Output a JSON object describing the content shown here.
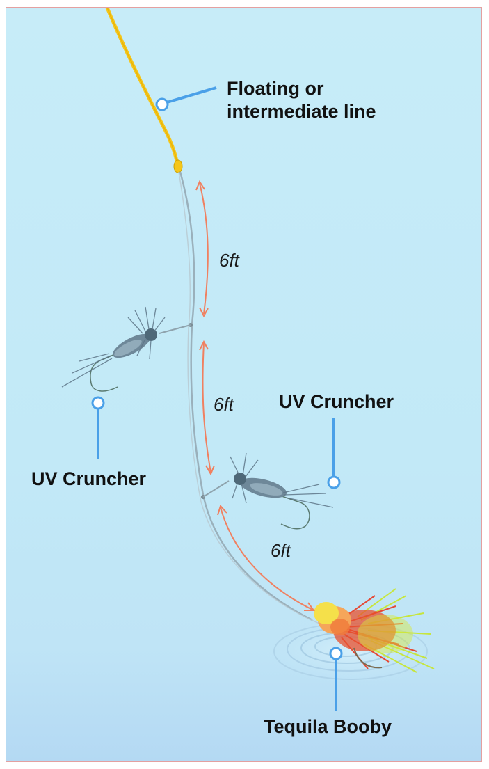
{
  "labels": {
    "fly_line": [
      "Floating or",
      "intermediate line"
    ],
    "upper_dropper": "UV Cruncher",
    "lower_dropper": "UV Cruncher",
    "point_fly": "Tequila Booby"
  },
  "distances": {
    "top": "6ft",
    "middle": "6ft",
    "bottom": "6ft"
  },
  "colors": {
    "fly_line": "#f5c61a",
    "callout": "#4aa0e8",
    "distance_arrow": "#f08060",
    "leader": "#9ab0bb",
    "booby_head": "#f5d64a",
    "booby_tail": "#e84a2a"
  }
}
